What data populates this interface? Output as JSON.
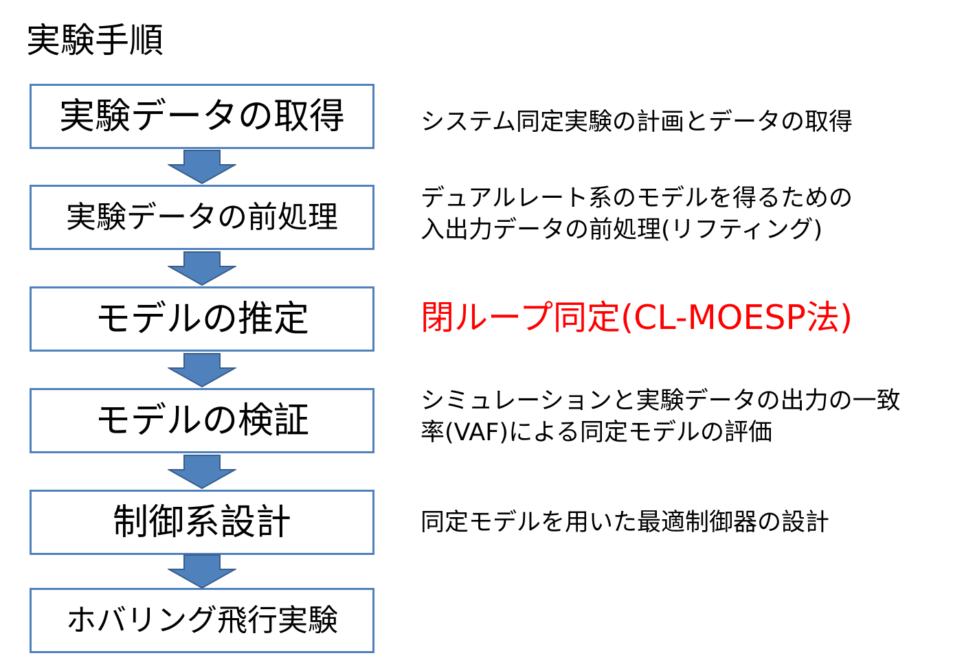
{
  "title": "実験手順",
  "colors": {
    "box_border": "#4f81bd",
    "arrow_fill": "#4f81bd",
    "arrow_stroke": "#385d8a",
    "highlight_text": "#ff0000"
  },
  "steps": [
    {
      "label": "実験データの取得",
      "description": [
        "システム同定実験の計画とデータの取得"
      ]
    },
    {
      "label": "実験データの前処理",
      "description": [
        "デュアルレート系のモデルを得るための",
        "入出力データの前処理(リフティング)"
      ]
    },
    {
      "label": "モデルの推定",
      "description": [
        "閉ループ同定(CL-MOESP法)"
      ]
    },
    {
      "label": "モデルの検証",
      "description": [
        "シミュレーションと実験データの出力の一致",
        "率(VAF)による同定モデルの評価"
      ]
    },
    {
      "label": "制御系設計",
      "description": [
        "同定モデルを用いた最適制御器の設計"
      ]
    },
    {
      "label": "ホバリング飛行実験",
      "description": []
    }
  ],
  "arrow_icon": "down-arrow-icon"
}
